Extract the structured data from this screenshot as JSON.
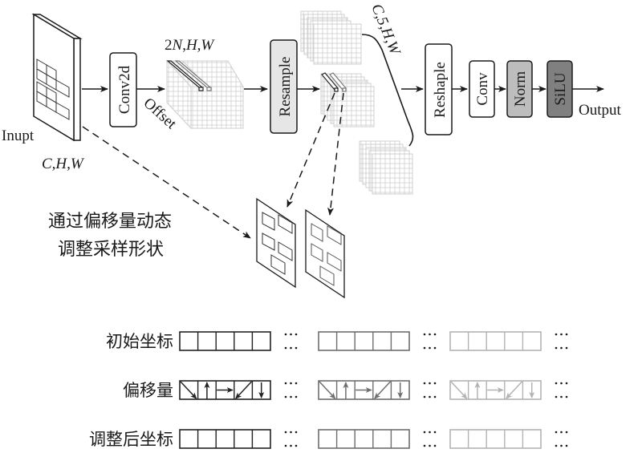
{
  "pipeline": {
    "input_label": "Inupt",
    "input_dims": "C,H,W",
    "conv2d": "Conv2d",
    "offset_label": "Offset",
    "offset_dims_pre": "2",
    "offset_dims_n": "N",
    "offset_dims_post": ",",
    "offset_dims_h": "H",
    "offset_dims_w": ",W",
    "resample": "Resample",
    "stack_dims": "C,5,H,W",
    "reshape": "Reshaple",
    "conv": "Conv",
    "norm": "Norm",
    "silu": "SiLU",
    "output_label": "Output"
  },
  "annotation": {
    "line1": "通过偏移量动态",
    "line2": "调整采样形状"
  },
  "rows": [
    {
      "label": "初始坐标",
      "kind": "empty"
    },
    {
      "label": "偏移量",
      "kind": "arrows"
    },
    {
      "label": "调整后坐标",
      "kind": "empty"
    }
  ],
  "row_group_colors": [
    "#222222",
    "#6e6e6e",
    "#b3b3b3"
  ],
  "offset_arrows": [
    "down-right",
    "up",
    "right",
    "down-left",
    "down"
  ],
  "colors": {
    "stroke": "#1a1a1a",
    "grid": "#cfcfcf",
    "resample_fill": "#e6e6e6",
    "norm_fill": "#bdbdbd",
    "silu_fill": "#808080"
  }
}
